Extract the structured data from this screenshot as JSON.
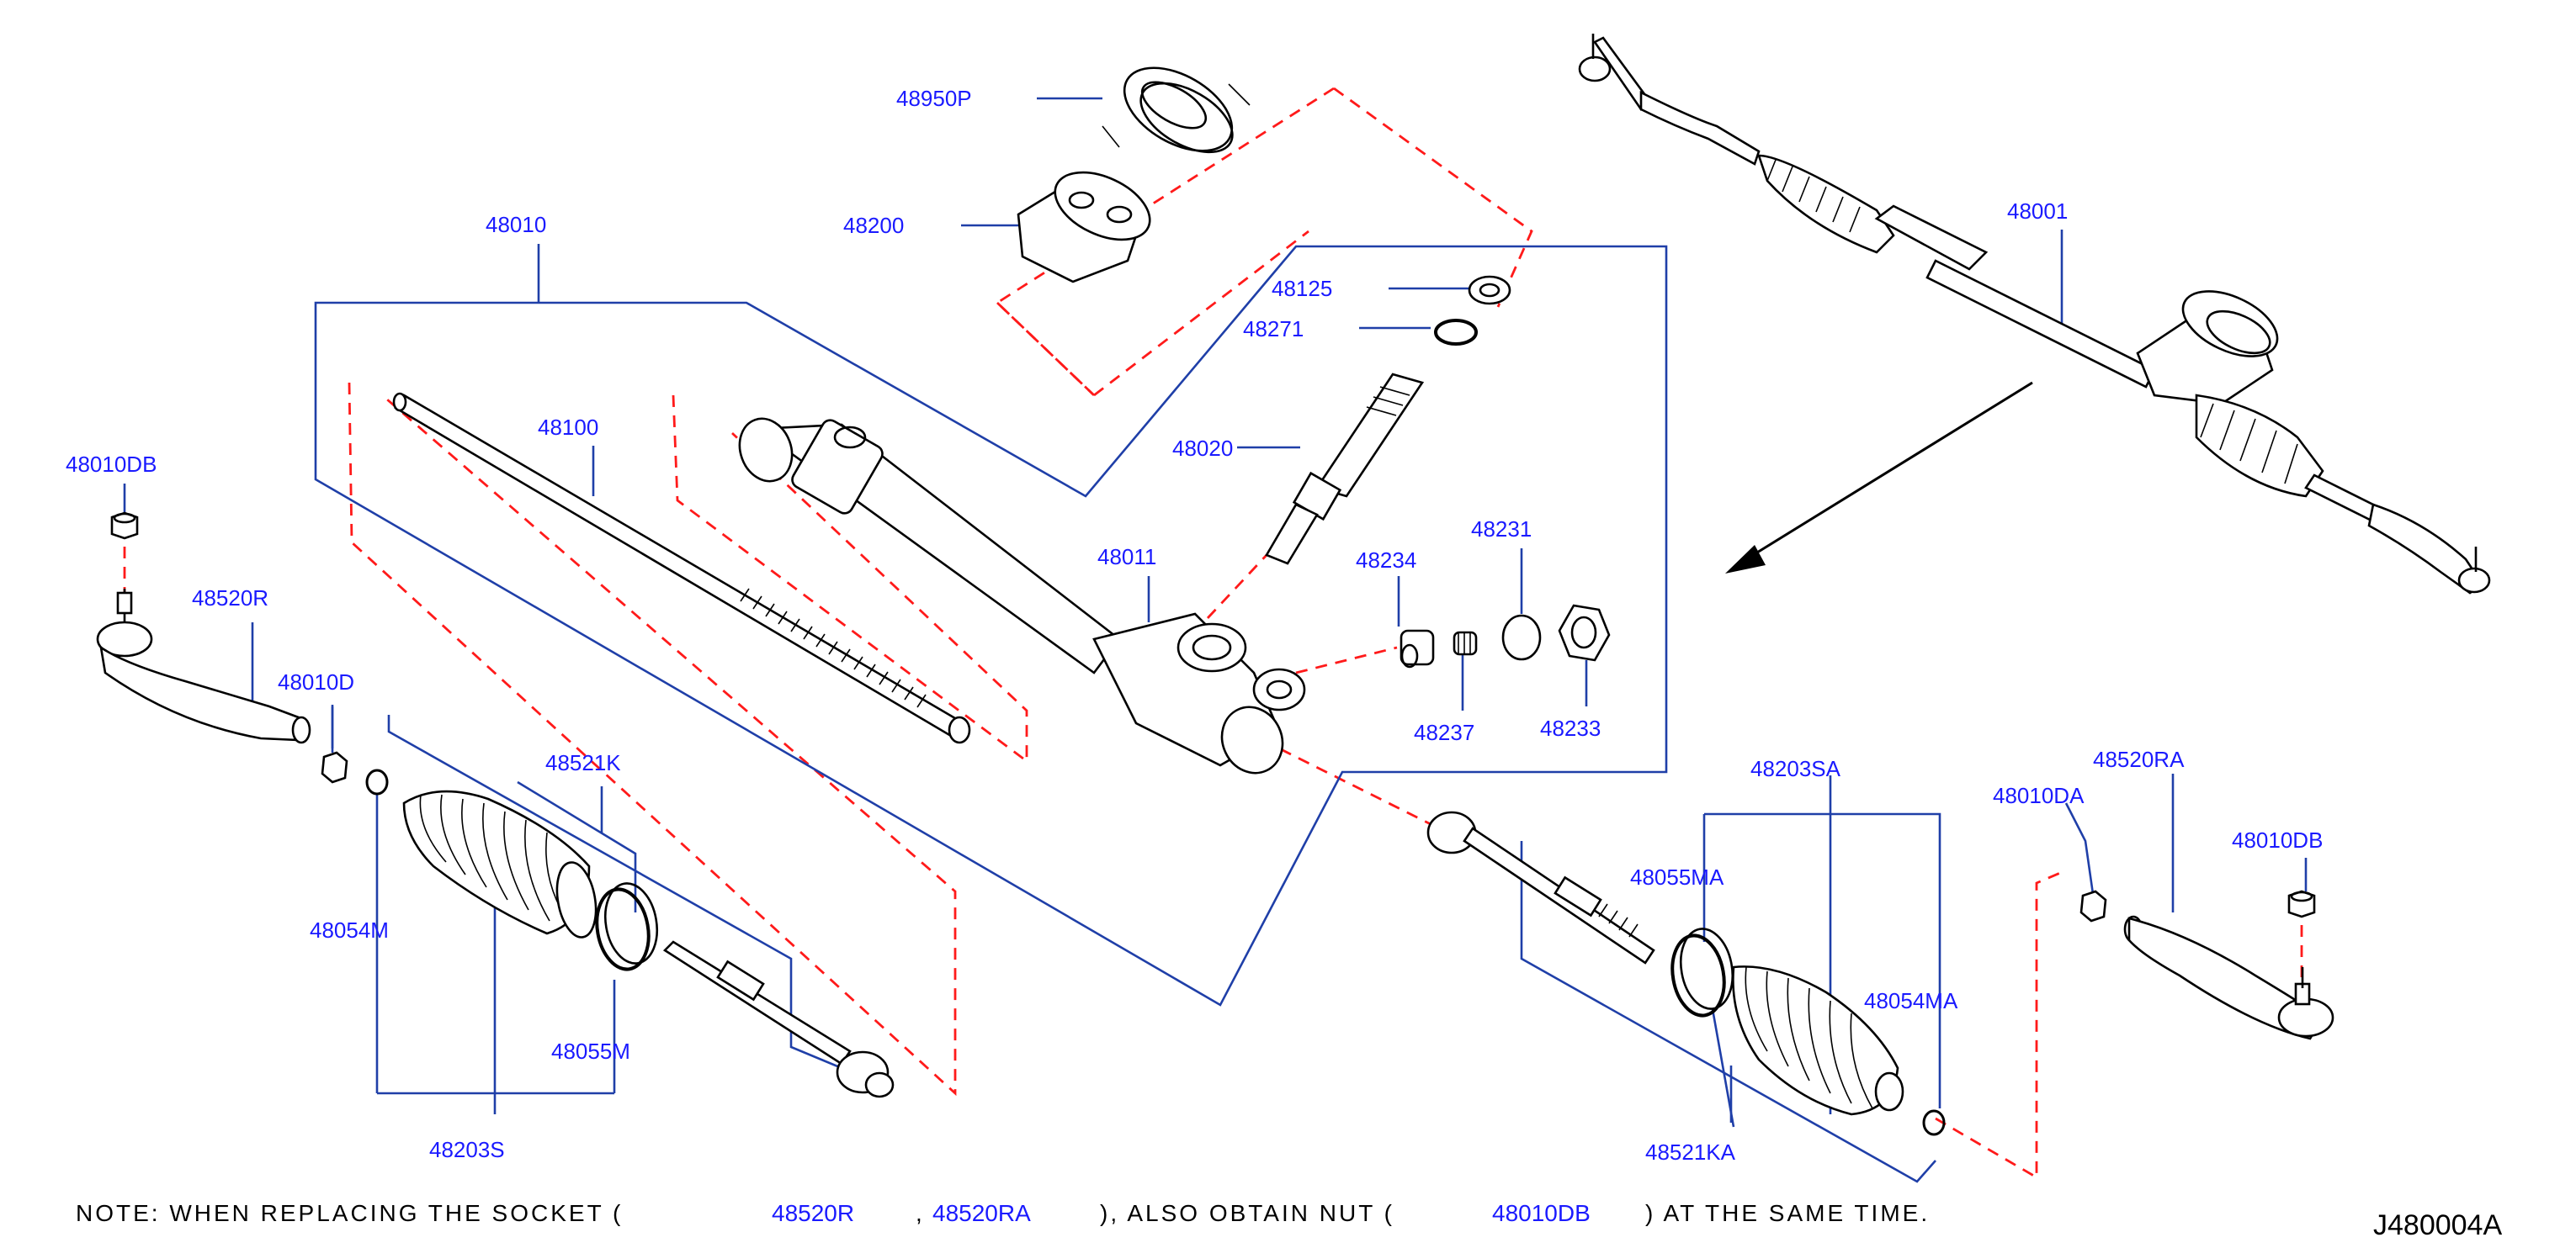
{
  "diagram": {
    "code": "J480004A",
    "labels": {
      "p48950P": "48950P",
      "p48200": "48200",
      "p48010": "48010",
      "p48125": "48125",
      "p48271": "48271",
      "p48020": "48020",
      "p48100": "48100",
      "p48011": "48011",
      "p48234": "48234",
      "p48231": "48231",
      "p48237": "48237",
      "p48233": "48233",
      "p48001": "48001",
      "p48010DB_left": "48010DB",
      "p48520R": "48520R",
      "p48010D": "48010D",
      "p48521K": "48521K",
      "p48054M": "48054M",
      "p48055M": "48055M",
      "p48203S": "48203S",
      "p48203SA": "48203SA",
      "p48055MA": "48055MA",
      "p48054MA": "48054MA",
      "p48521KA": "48521KA",
      "p48520RA": "48520RA",
      "p48010DA": "48010DA",
      "p48010DB_right": "48010DB"
    },
    "colors": {
      "label": "#1a1aff",
      "leader": "#1f3fa8",
      "dashed": "#ff1a1a",
      "part": "#000000"
    }
  },
  "note": {
    "prefix": "NOTE:  WHEN  REPLACING  THE  SOCKET  (",
    "part1": "48520R",
    "sep": ",",
    "part2": "48520RA",
    "middle": "),  ALSO  OBTAIN  NUT  (",
    "part3": "48010DB",
    "suffix": ")  AT  THE  SAME  TIME."
  }
}
